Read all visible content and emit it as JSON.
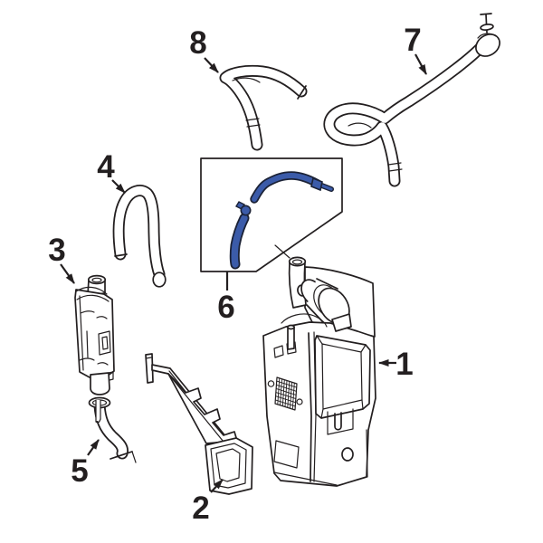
{
  "diagram": {
    "background_color": "#ffffff",
    "line_color": "#231f20",
    "highlight_color": "#3b5ba9",
    "highlighted_callout": "6",
    "callouts": [
      {
        "text": "1"
      },
      {
        "text": "2"
      },
      {
        "text": "3"
      },
      {
        "text": "4"
      },
      {
        "text": "5"
      },
      {
        "text": "6"
      },
      {
        "text": "7"
      },
      {
        "text": "8"
      }
    ]
  }
}
